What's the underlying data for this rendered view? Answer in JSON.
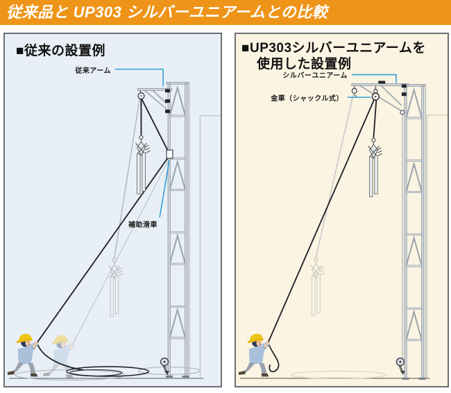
{
  "title": "従来品と UP303 シルバーユニアームとの比較",
  "panels": {
    "left": {
      "heading": "■従来の設置例",
      "labels": {
        "arm": "従来アーム",
        "aux_pulley": "補助滑車"
      }
    },
    "right": {
      "heading_line1": "■UP303シルバーユニアームを",
      "heading_line2": "使用した設置例",
      "labels": {
        "arm": "シルバーユニアーム",
        "pulley": "金車（シャックル式）"
      }
    }
  },
  "colors": {
    "header_bg": "#EE9418",
    "header_text": "#FFFFFF",
    "left_panel_bg": "#E9EFF6",
    "right_panel_bg": "#FBF4E3",
    "panel_border": "#6B6E74",
    "leader_line": "#2D9FD6",
    "label_text": "#1A1A1A"
  }
}
